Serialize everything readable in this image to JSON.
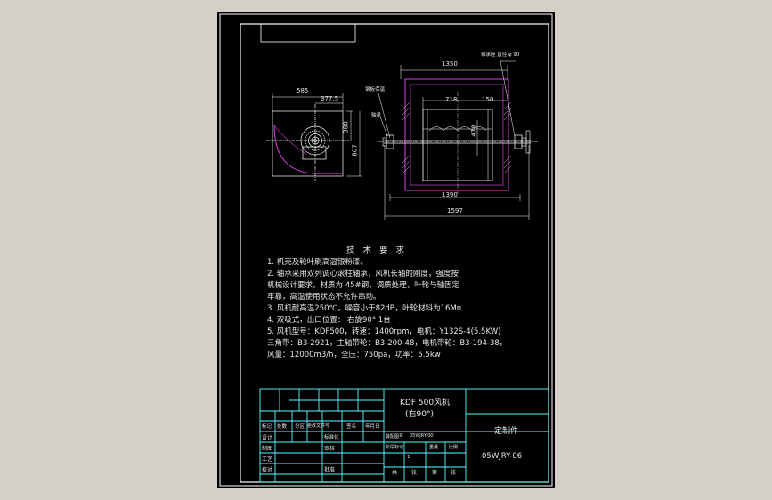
{
  "dimensions": {
    "d1350": "1350",
    "d718": "718",
    "d150": "150",
    "d1390": "1390",
    "d1597": "1597",
    "d585": "585",
    "d377": "377.5",
    "d380": "380",
    "d807": "807",
    "d478": "478"
  },
  "labels": {
    "top_right": "轴承座 直径 φ 90",
    "left_1": "钢板保温",
    "left_2": "轴承"
  },
  "tech": {
    "title": "技 术 要 求",
    "lines": [
      "1. 机壳及轮叶刷高温银粉漆。",
      "2. 轴承采用双列调心滚柱轴承，风机长轴的刚度，强度按",
      "  机械设计要求，材质为 45#钢，调质处理，叶轮与轴固定",
      "  牢靠，高温使用状态不允许串动。",
      "3. 风机耐高温250℃，噪音小于82dB，叶轮材料为16Mn.",
      "4. 双吸式，出口位置：  右旋90°    1台",
      "5. 风机型号：KDF500，转速：1400rpm，电机：Y132S-4(5.5KW)",
      "  三角带：B3-2921，主轴带轮：B3-200-48，电机带轮：B3-194-38，",
      "  风量：12000m3/h，全压：750pa，功率：5.5kw"
    ]
  },
  "title_block": {
    "name_line1": "KDF 500风机",
    "name_line2": "(右90°)",
    "custom": "定制件",
    "drawing_no": "05WJRY-06",
    "code_small": "05WJRY-00",
    "header_cells": [
      "标记",
      "处数",
      "分区",
      "更改文件号",
      "签名",
      "年月日"
    ],
    "rows": [
      [
        "设计",
        "",
        "标准化"
      ],
      [
        "",
        "",
        "审核"
      ],
      [
        "制图",
        "",
        ""
      ],
      [
        "工艺",
        "",
        ""
      ],
      [
        "校对",
        "",
        "批准"
      ]
    ],
    "stage_cells": [
      "阶段标记",
      "重量",
      "比例"
    ],
    "footer_cells": [
      "共",
      "张",
      "第",
      "张"
    ],
    "assembly_label": "装配图号",
    "scale_val": "1"
  }
}
